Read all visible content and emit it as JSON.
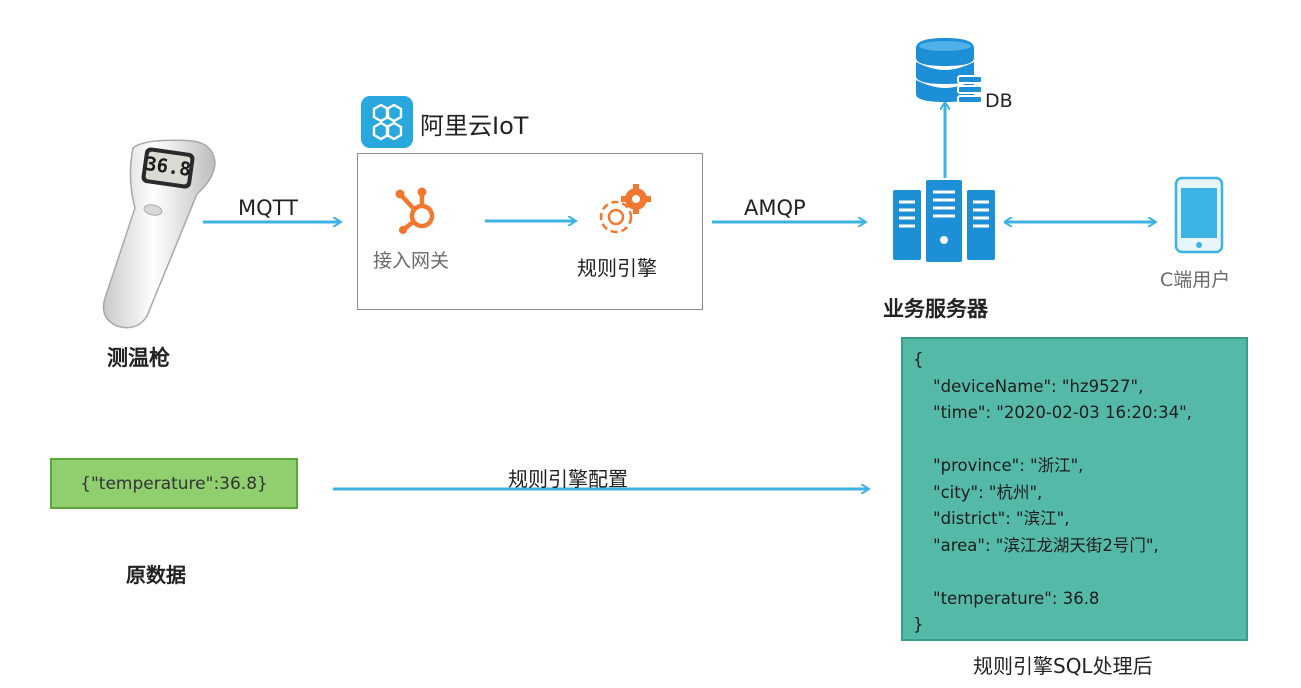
{
  "thermometer": {
    "display": "36.8",
    "label": "测温枪"
  },
  "protocols": {
    "mqtt": "MQTT",
    "amqp": "AMQP"
  },
  "iot": {
    "brand": "阿里云IoT",
    "gateway_label": "接入网关",
    "rule_engine_label": "规则引擎"
  },
  "server": {
    "label": "业务服务器",
    "db_label": "DB"
  },
  "client": {
    "label": "C端用户"
  },
  "raw": {
    "value": "{\"temperature\":36.8}",
    "label": "原数据"
  },
  "rule_config_label": "规则引擎配置",
  "processed": {
    "label": "规则引擎SQL处理后",
    "open": "{",
    "close": "}",
    "lines": [
      "\"deviceName\": \"hz9527\",",
      "\"time\": \"2020-02-03 16:20:34\",",
      "",
      "\"province\": \"浙江\",",
      "\"city\": \"杭州\",",
      "\"district\": \"滨江\",",
      "\"area\": \"滨江龙湖天街2号门\",",
      "",
      "\"temperature\": 36.8"
    ]
  },
  "colors": {
    "arrow": "#3db3e3",
    "server": "#1c8fd6",
    "hub": "#f2782f",
    "raw_fill": "#8fcf6e",
    "json_fill": "#55b9a8"
  }
}
